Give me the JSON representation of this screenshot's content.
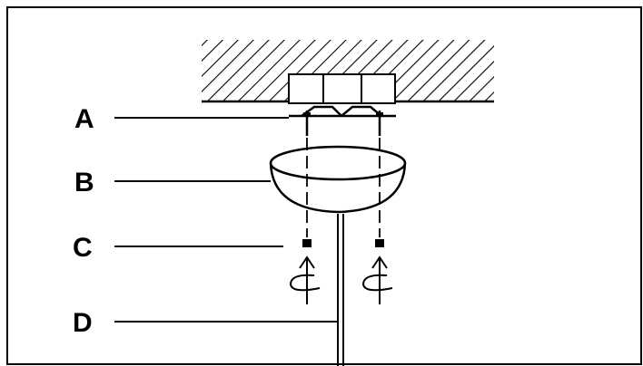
{
  "labels": {
    "a": "A",
    "b": "B",
    "c": "C",
    "d": "D"
  },
  "colors": {
    "line": "#000000",
    "fill": "#ffffff"
  }
}
